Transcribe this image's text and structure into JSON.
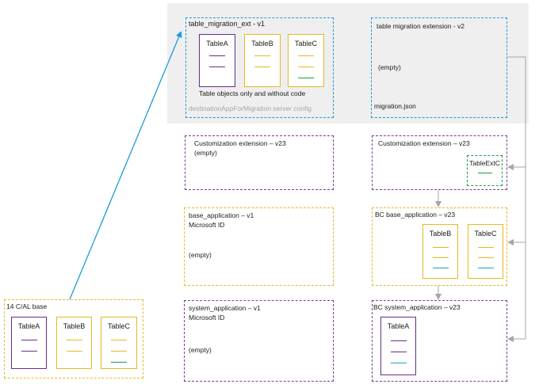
{
  "migration_ext": {
    "title": "table_migration_ext - v1",
    "tables": [
      "TableA",
      "TableB",
      "TableC"
    ],
    "note": "Table objects only and without code",
    "config": "destinationAppForMigration server config"
  },
  "migration_v2": {
    "title": "table migration extension - v2",
    "status": "(empty)",
    "file": "migration.json"
  },
  "custom_left": {
    "title": "Customization extension – v23",
    "status": "(empty)"
  },
  "custom_right": {
    "title": "Customization extension – v23",
    "table": "TableExtC"
  },
  "base_left": {
    "title": "base_application – v1",
    "publisher": "Microsoft ID",
    "status": "(empty)"
  },
  "base_right": {
    "title": "BC base_application – v23",
    "tables": [
      "TableB",
      "TableC"
    ]
  },
  "system_left": {
    "title": "system_application – v1",
    "publisher": "Microsoft ID",
    "status": "(empty)"
  },
  "system_right": {
    "title": "BC system_application – v23",
    "table": "TableA"
  },
  "cal_base": {
    "title": "14 C/AL base",
    "tables": [
      "TableA",
      "TableB",
      "TableC"
    ]
  },
  "colors": {
    "cyan": "#1e9ad6",
    "purple": "#6a2c8c",
    "yellow": "#e8b820",
    "green": "#1a9a4a",
    "teal": "#19a3b5",
    "arrow_gray": "#a6a6a6"
  }
}
